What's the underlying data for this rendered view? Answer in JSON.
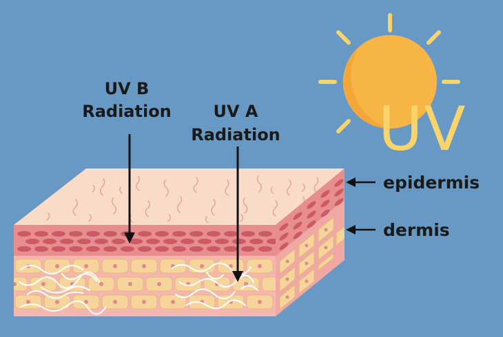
{
  "diagram": {
    "background_color": "#6899C4",
    "sun": {
      "text": "UV",
      "color": "#F7B546",
      "text_color": "#F9D46A"
    },
    "radiation_labels": {
      "uvb": {
        "line1": "UV B",
        "line2": "Radiation"
      },
      "uva": {
        "line1": "UV A",
        "line2": "Radiation"
      }
    },
    "layer_labels": {
      "epidermis": "epidermis",
      "dermis": "dermis"
    },
    "colors": {
      "skin_top": "#F8DCC8",
      "epidermis": "#E88E8E",
      "epidermis_cells": "#C95A66",
      "dermis_bg": "#F5B6B0",
      "dermis_cells": "#F5D59B",
      "cell_nucleus": "#E08A8A",
      "side_face": "#D77878"
    }
  }
}
